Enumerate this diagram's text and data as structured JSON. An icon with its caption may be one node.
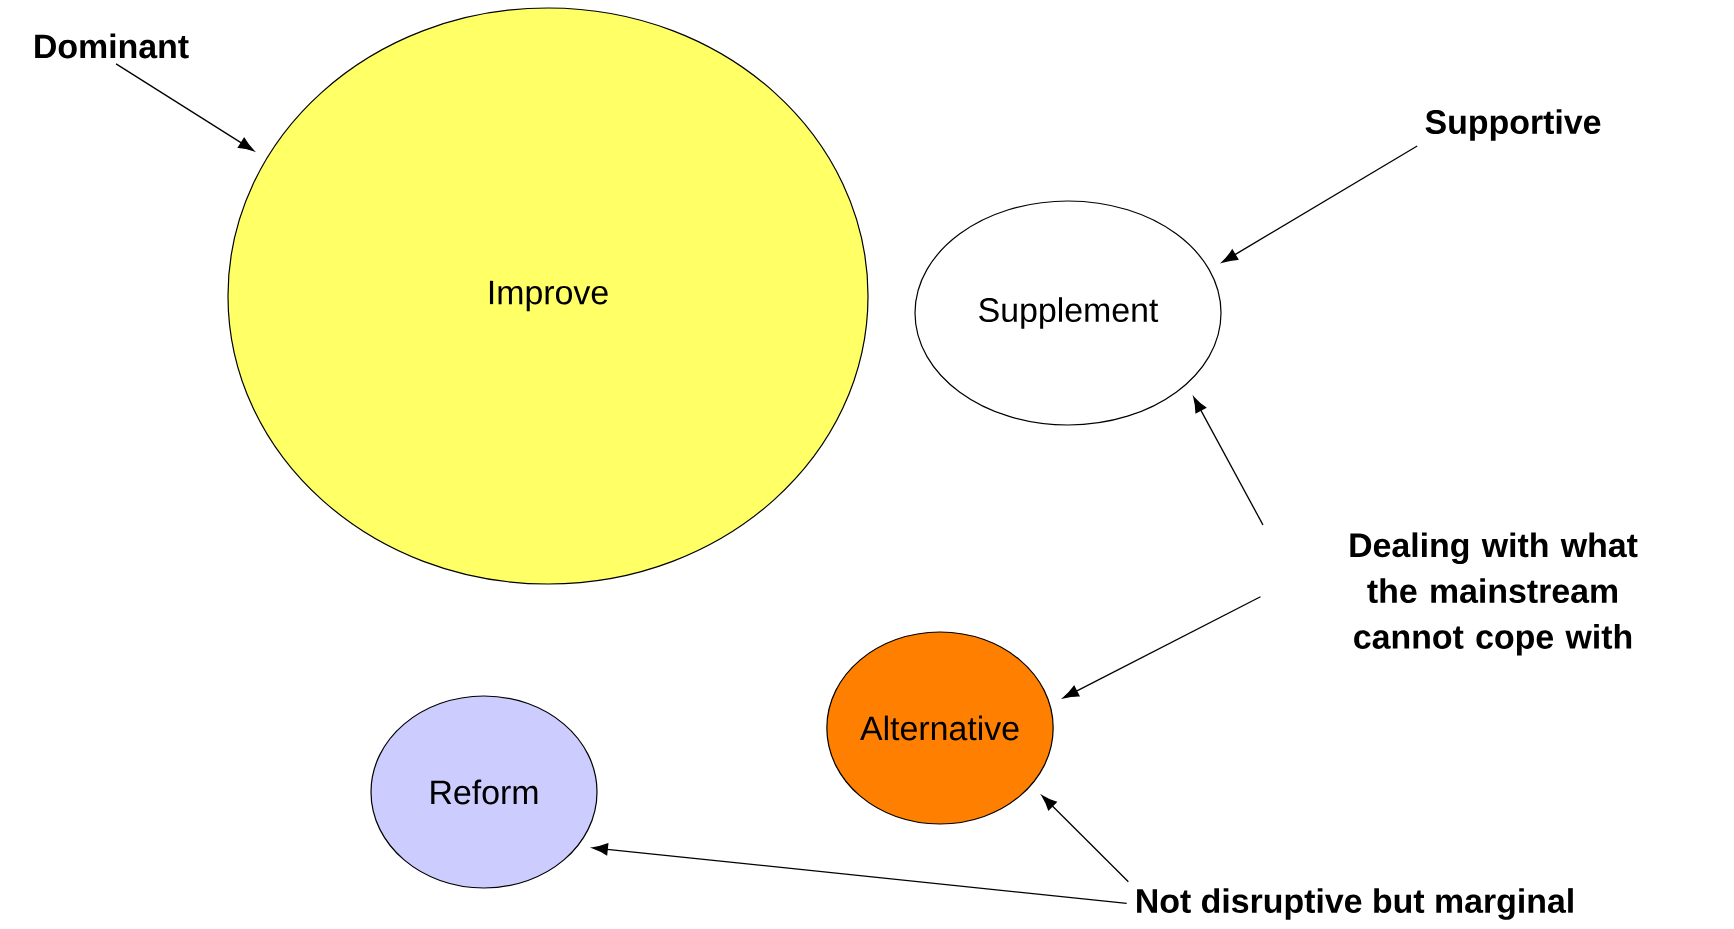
{
  "diagram": {
    "nodes": [
      {
        "text": [
          "Dominant"
        ]
      },
      {
        "text": [
          "Improve"
        ]
      },
      {
        "text": [
          "Supportive"
        ]
      },
      {
        "text": [
          "Supplement"
        ]
      },
      {
        "text": [
          "Dealing with what the mainstream cannot cope with"
        ]
      },
      {
        "text": [
          "Alternative"
        ]
      },
      {
        "text": [
          "Reform"
        ]
      },
      {
        "text": [
          "Not disruptive but marginal"
        ]
      }
    ],
    "edges": [
      {
        "from": 0,
        "to": 1,
        "arrow": "to"
      },
      {
        "from": 2,
        "to": 3,
        "arrow": "to"
      },
      {
        "from": 4,
        "to": 3,
        "arrow": "to"
      },
      {
        "from": 4,
        "to": 5,
        "arrow": "to"
      },
      {
        "from": 7,
        "to": 5,
        "arrow": "to"
      },
      {
        "from": 7,
        "to": 6,
        "arrow": "to"
      }
    ]
  }
}
